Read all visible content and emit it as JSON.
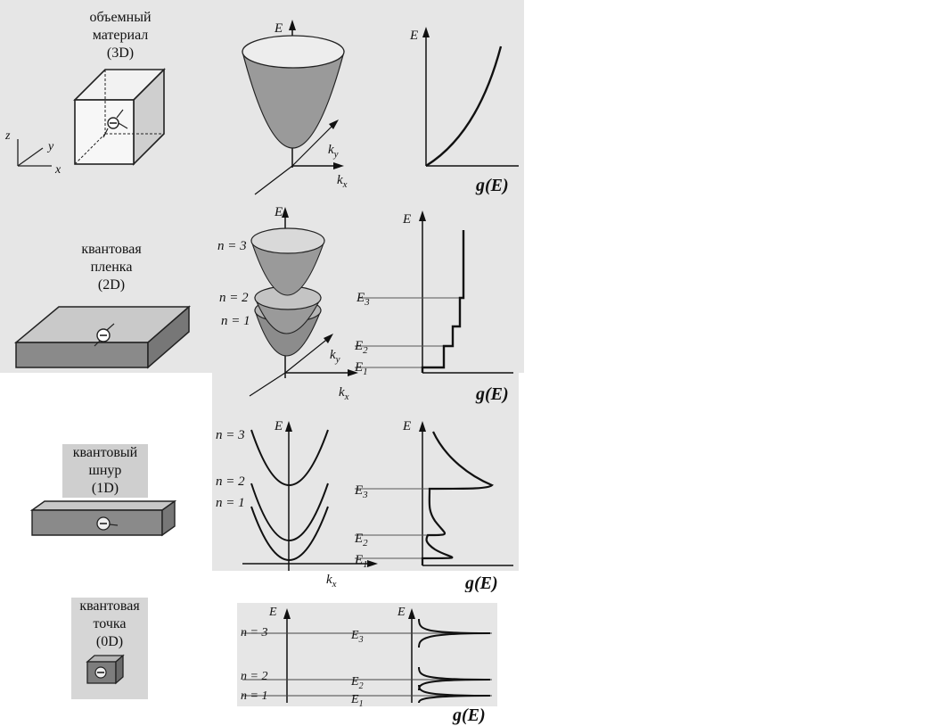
{
  "rows": {
    "bulk": {
      "label_line1": "объемный",
      "label_line2": "материал",
      "label_dim": "(3D)"
    },
    "film": {
      "label_line1": "квантовая",
      "label_line2": "пленка",
      "label_dim": "(2D)"
    },
    "wire": {
      "label_line1": "квантовый",
      "label_line2": "шнур",
      "label_dim": "(1D)"
    },
    "dot": {
      "label_line1": "квантовая",
      "label_line2": "точка",
      "label_dim": "(0D)"
    }
  },
  "axes": {
    "E": "E",
    "kx": "k",
    "kx_sub": "x",
    "ky": "k",
    "ky_sub": "y",
    "ge": "g(E)",
    "x": "x",
    "y": "y",
    "z": "z"
  },
  "levels": {
    "n1": "n = 1",
    "n2": "n = 2",
    "n3": "n = 3",
    "E1": "E",
    "E1_sub": "1",
    "E2": "E",
    "E2_sub": "2",
    "E3": "E",
    "E3_sub": "3"
  },
  "colors": {
    "scan": "#e6e6e6",
    "shade": "#9a9a9a",
    "ink": "#111111",
    "box": "#7a7a7a"
  }
}
